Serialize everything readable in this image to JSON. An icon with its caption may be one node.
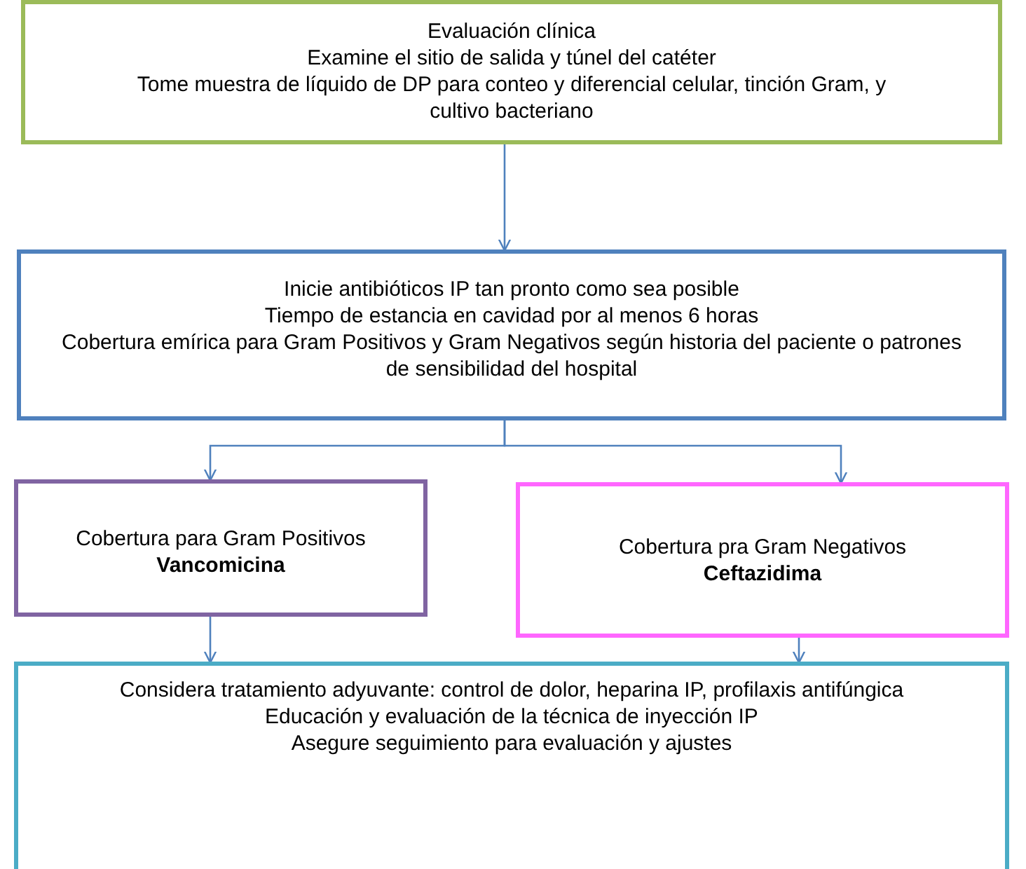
{
  "diagram": {
    "nodes": [
      {
        "text": [
          "Evaluación clínica",
          "Examine el sitio de salida y túnel del catéter",
          "Tome muestra de líquido de DP para conteo y diferencial celular, tinción Gram, y cultivo bacteriano"
        ]
      },
      {
        "text": [
          "Inicie antibióticos IP tan pronto como sea posible",
          "Tiempo de estancia en cavidad por al menos 6 horas",
          "Cobertura emírica para Gram Positivos y Gram Negativos según historia del paciente o patrones de sensibilidad del hospital"
        ]
      },
      {
        "text": [
          "Cobertura para Gram Positivos",
          "Vancomicina"
        ]
      },
      {
        "text": [
          "Cobertura pra Gram Negativos",
          "Ceftazidima"
        ]
      },
      {
        "text": [
          "Considera tratamiento adyuvante: control de dolor, heparina IP, profilaxis antifúngica",
          "Educación y evaluación de la técnica de inyección IP",
          "Asegure seguimiento para evaluación y ajustes"
        ]
      }
    ],
    "edges": [
      {
        "from": 0,
        "to": 1,
        "arrow": "to"
      },
      {
        "from": 1,
        "to": 2,
        "arrow": "to"
      },
      {
        "from": 1,
        "to": 3,
        "arrow": "to"
      },
      {
        "from": 2,
        "to": 4,
        "arrow": "to"
      },
      {
        "from": 3,
        "to": 4,
        "arrow": "to"
      }
    ]
  }
}
